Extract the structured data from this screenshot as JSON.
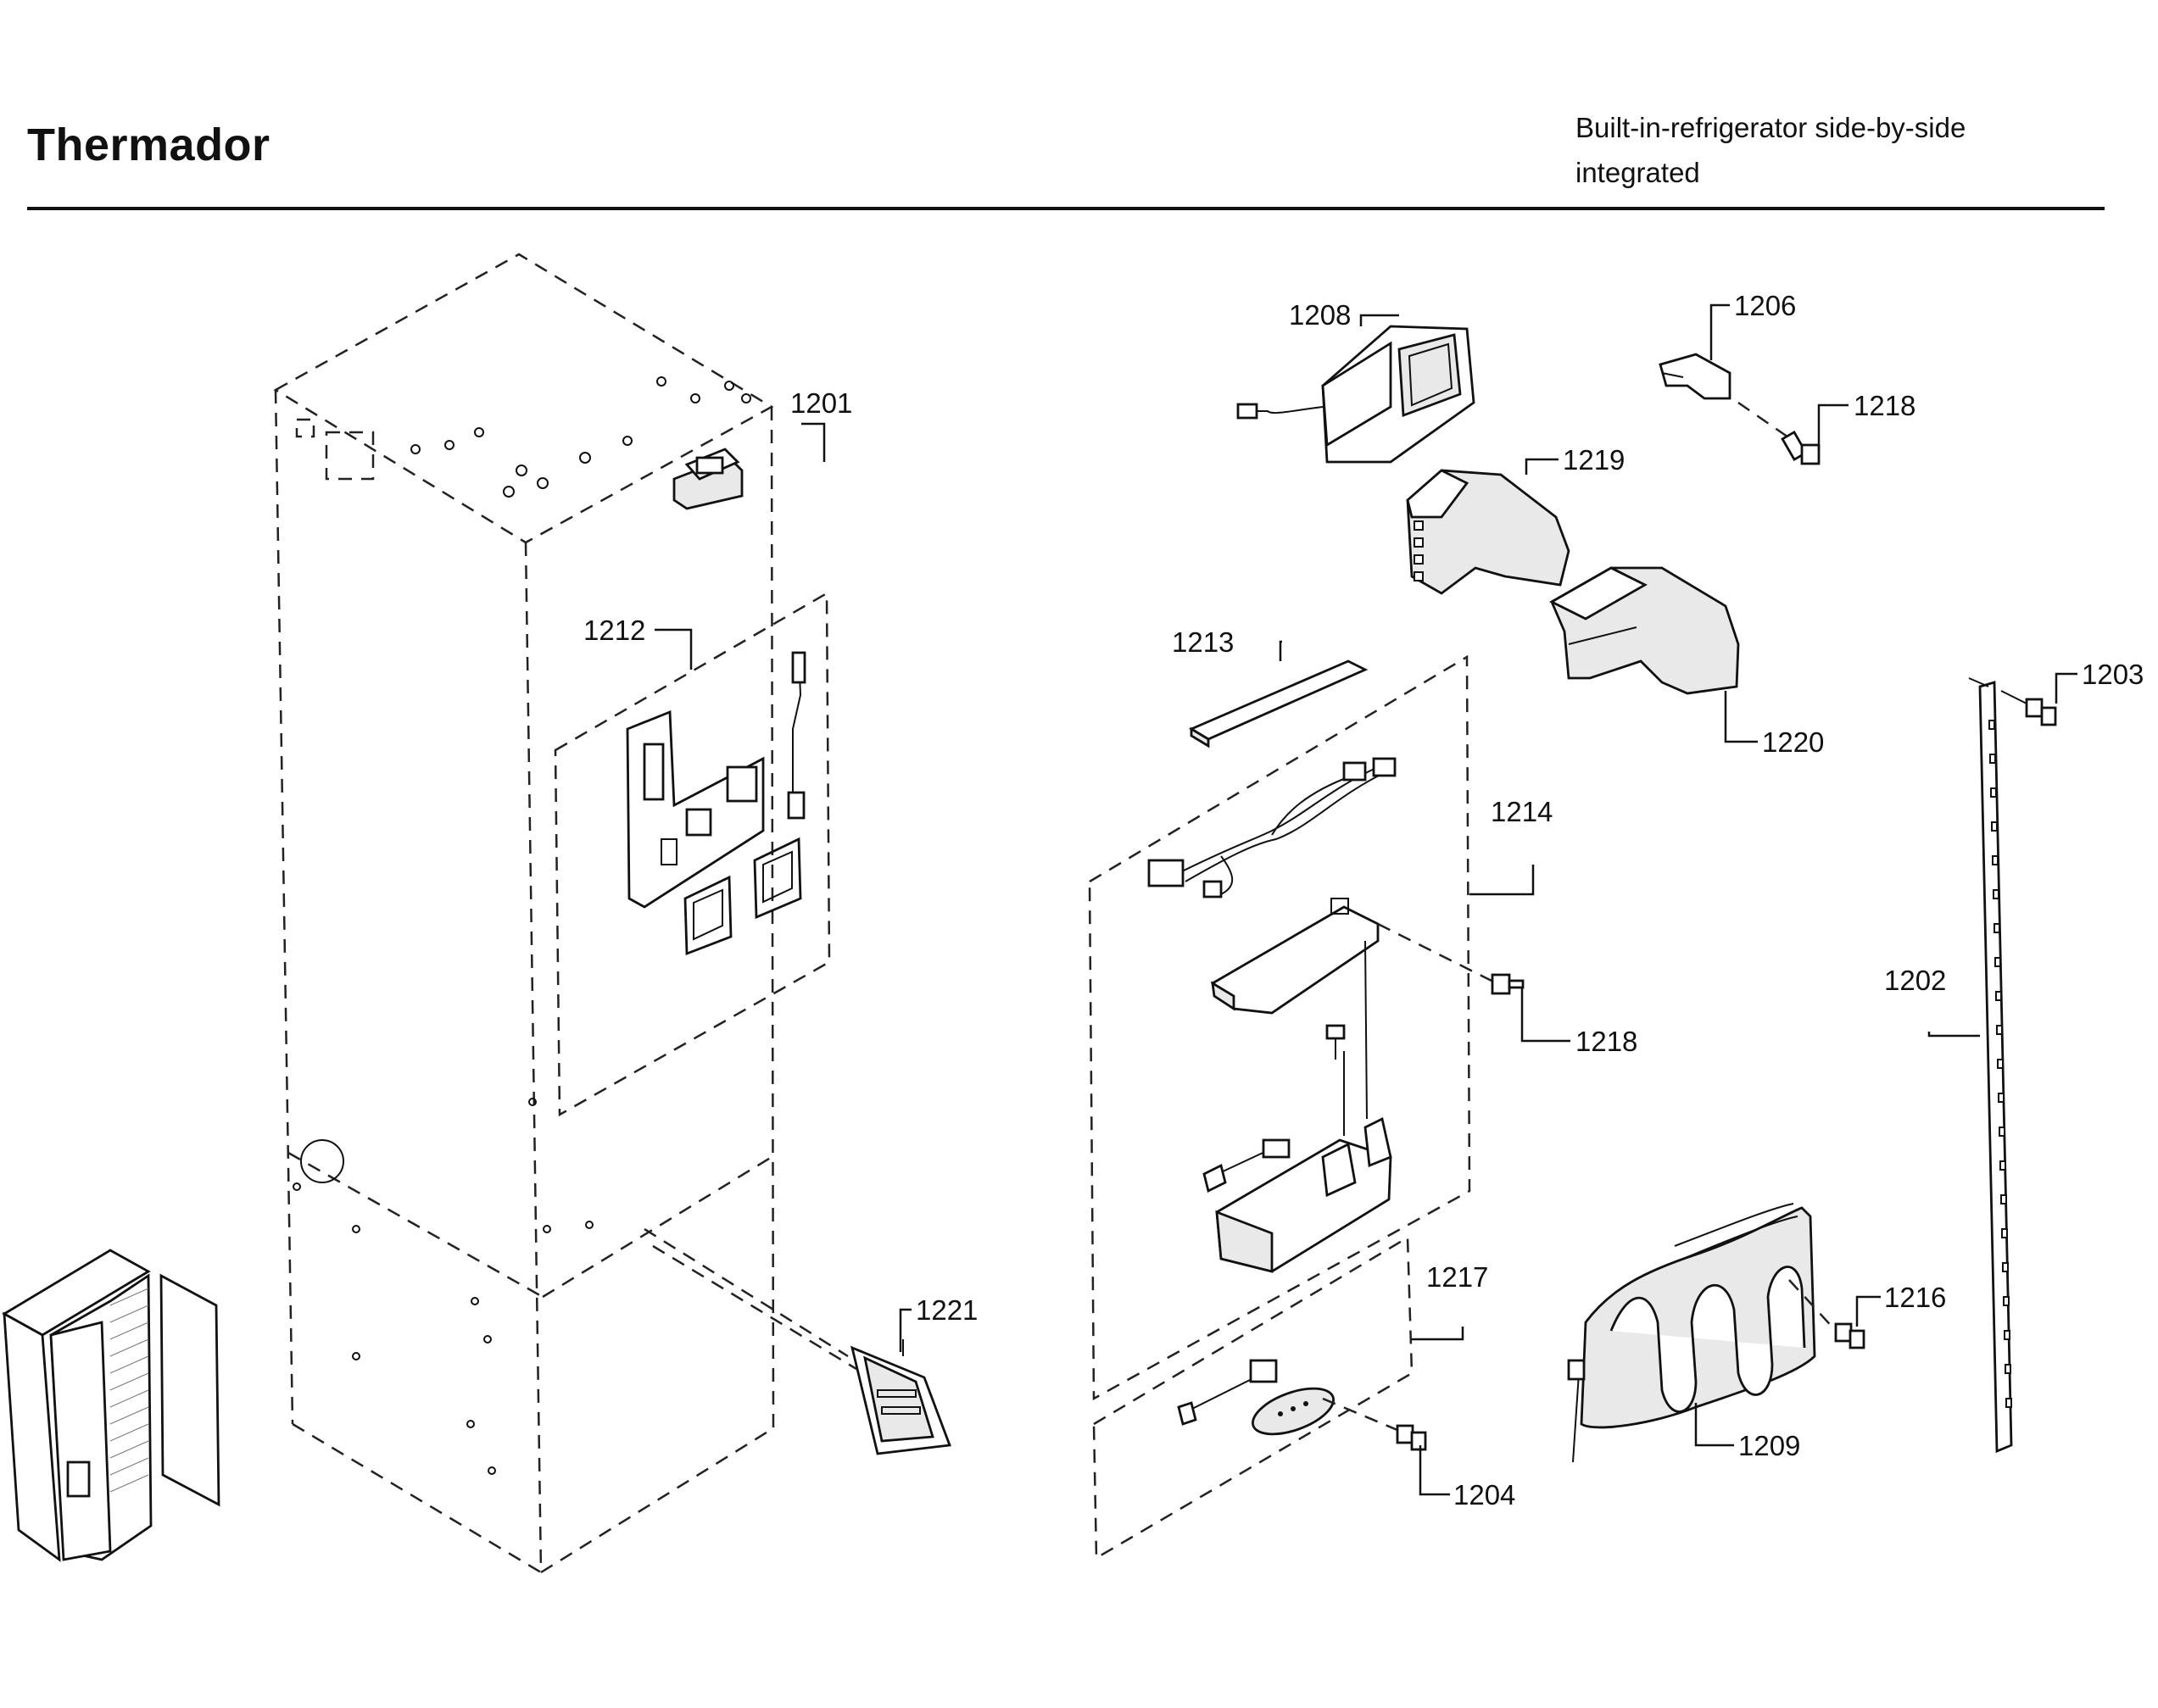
{
  "header": {
    "brand": "Thermador",
    "subtitle_line1": "Built-in-refrigerator side-by-side",
    "subtitle_line2": "integrated"
  },
  "part_labels": {
    "p1201": "1201",
    "p1202": "1202",
    "p1203": "1203",
    "p1204": "1204",
    "p1206": "1206",
    "p1208": "1208",
    "p1209": "1209",
    "p1212": "1212",
    "p1213": "1213",
    "p1214": "1214",
    "p1216": "1216",
    "p1217": "1217",
    "p1218a": "1218",
    "p1218b": "1218",
    "p1219": "1219",
    "p1220": "1220",
    "p1221": "1221"
  }
}
